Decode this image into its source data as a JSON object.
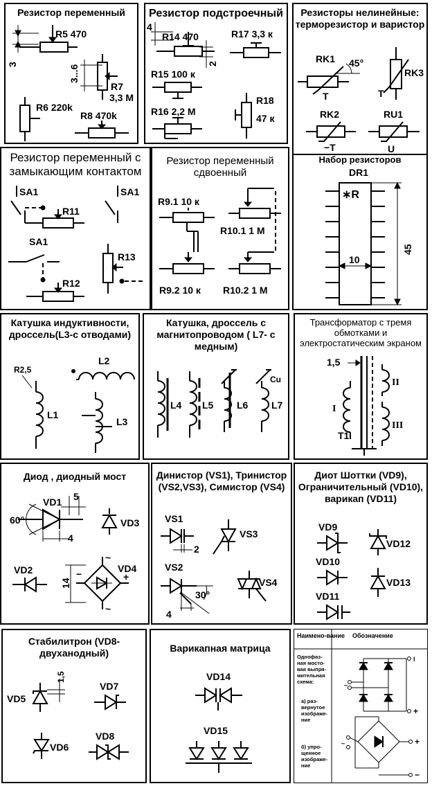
{
  "panels": {
    "p1": {
      "title": "Резистор переменный",
      "labels": {
        "r5": "R5 470",
        "r7a": "R7",
        "r7b": "3,3 М",
        "r6": "R6 220k",
        "r8": "R8 470k",
        "d3": "3",
        "d36": "3...6"
      }
    },
    "p2": {
      "title": "Резистор подстроечный",
      "labels": {
        "r14": "R14 470",
        "r17": "R17 3,3 к",
        "r15": "R15 100 к",
        "r16": "R16 2,2 М",
        "r18a": "R18",
        "r18b": "47 к",
        "d4": "4",
        "d2": "2"
      }
    },
    "p3": {
      "title": "Резисторы нелинейные: терморезистор и варистор",
      "labels": {
        "rk1": "RK1",
        "rk3": "RK3",
        "rk2": "RK2",
        "ru1": "RU1",
        "angle": "45°",
        "t1": "T",
        "t3": "T",
        "t2": "−T",
        "u": "U"
      }
    },
    "p4": {
      "title": "Резистор переменный с замыкающим контактом",
      "labels": {
        "sa1a": "SA1",
        "sa1b": "SA1",
        "sa1c": "SA1",
        "r11": "R11",
        "r13": "R13",
        "r12": "R12"
      }
    },
    "p5": {
      "title": "Резистор переменный сдвоенный",
      "labels": {
        "r91": "R9.1 10 к",
        "r101": "R10.1 1 М",
        "r92": "R9.2 10 к",
        "r102": "R10.2 1 М"
      }
    },
    "p6": {
      "title": "Набор резисторов",
      "labels": {
        "dr1": "DR1",
        "star": "∗R",
        "w10": "10",
        "h45": "45"
      }
    },
    "p7": {
      "title": "Катушка индуктивности, дроссель(L3-с отводами)",
      "labels": {
        "r25": "R2,5",
        "l1": "L1",
        "l2": "L2",
        "l3": "L3"
      }
    },
    "p8": {
      "title": "Катушка, дроссель с магнитопроводом ( L7- с медным)",
      "labels": {
        "l4": "L4",
        "l5": "L5",
        "l6": "L6",
        "l7": "L7",
        "cu": "Cu"
      }
    },
    "p9": {
      "title": "Трансформатор с тремя обмотками и электростатическим экраном",
      "labels": {
        "d15": "1,5",
        "w1": "I",
        "w2": "II",
        "w3": "III",
        "t1": "T1"
      }
    },
    "p10": {
      "title": "Диод , диодный мост",
      "labels": {
        "vd1": "VD1",
        "vd2": "VD2",
        "vd3": "VD3",
        "vd4": "VD4",
        "a60": "60°",
        "d5": "5",
        "d4": "4",
        "d14": "14",
        "minus": "−",
        "plus": "+",
        "tl1": "~",
        "tl2": "~"
      }
    },
    "p11": {
      "title": "Динистор (VS1), Тринистор (VS2,VS3), Симистор (VS4)",
      "labels": {
        "vs1": "VS1",
        "vs2": "VS2",
        "vs3": "VS3",
        "vs4": "VS4",
        "d2": "2",
        "d4": "4",
        "a30": "30°"
      }
    },
    "p12": {
      "title": "Диот Шоттки (VD9), Ограничительный (VD10), варикап (VD11)",
      "labels": {
        "vd9": "VD9",
        "vd10": "VD10",
        "vd11": "VD11",
        "vd12": "VD12",
        "vd13": "VD13"
      }
    },
    "p13": {
      "title": "Стабилитрон (VD8- двуханодный)",
      "labels": {
        "vd5": "VD5",
        "vd6": "VD6",
        "vd7": "VD7",
        "vd8": "VD8",
        "d15": "1,5"
      }
    },
    "p14": {
      "title": "Варикапная матрица",
      "labels": {
        "vd14": "VD14",
        "vd15": "VD15"
      }
    },
    "p15": {
      "col1": "Наимено-вание",
      "col2": "Обозначение",
      "text": {
        "t1": "Однофаз-",
        "t2": "ная мосто-",
        "t3": "вая выпря-",
        "t4": "мительная",
        "t5": "схема:",
        "t6": "а) раз-",
        "t7": "вернутое",
        "t8": "изображе-",
        "t9": "ние",
        "t10": "б) упро-",
        "t11": "щенное",
        "t12": "изображе-",
        "t13": "ние"
      },
      "marks": {
        "tilde": "~",
        "plus": "+",
        "minus": "−",
        "roman": "I"
      }
    }
  }
}
